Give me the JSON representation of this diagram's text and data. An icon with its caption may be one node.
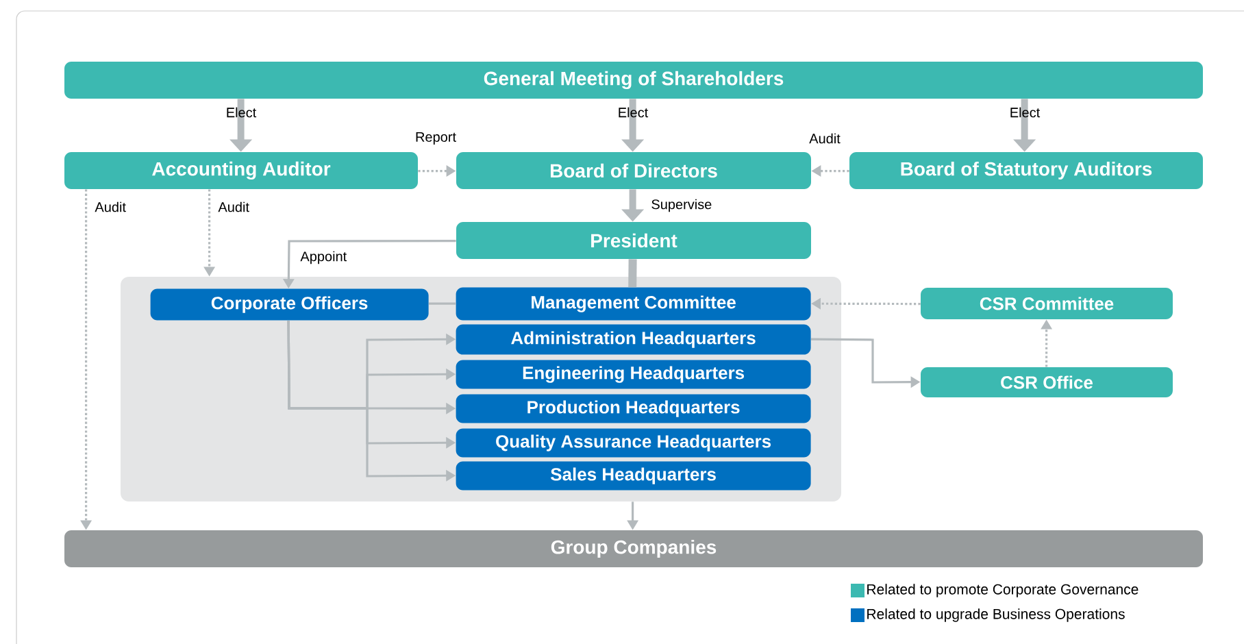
{
  "diagram": {
    "nodes": [
      {
        "text": [
          "General Meeting of Shareholders"
        ]
      },
      {
        "text": [
          "Accounting Auditor"
        ]
      },
      {
        "text": [
          "Board of Directors"
        ]
      },
      {
        "text": [
          "Board of Statutory Auditors"
        ]
      },
      {
        "text": [
          "President"
        ]
      },
      {
        "text": [],
        "shape": "box"
      },
      {
        "text": [
          "Corporate Officers"
        ],
        "in": 5
      },
      {
        "text": [
          "Management Committee"
        ],
        "in": 5
      },
      {
        "text": [
          "Administration Headquarters"
        ],
        "in": 5
      },
      {
        "text": [
          "Engineering Headquarters"
        ],
        "in": 5
      },
      {
        "text": [
          "Production Headquarters"
        ],
        "in": 5
      },
      {
        "text": [
          "Quality Assurance Headquarters"
        ],
        "in": 5
      },
      {
        "text": [
          "Sales Headquarters"
        ],
        "in": 5
      },
      {
        "text": [
          "CSR Committee"
        ]
      },
      {
        "text": [
          "CSR Office"
        ]
      },
      {
        "text": [
          "Group Companies"
        ]
      }
    ],
    "edges": [
      {
        "from": 0,
        "to": 1,
        "arrow": "to",
        "label": "Elect",
        "style": "thick"
      },
      {
        "from": 0,
        "to": 2,
        "arrow": "to",
        "label": "Elect",
        "style": "thick"
      },
      {
        "from": 0,
        "to": 3,
        "arrow": "to",
        "label": "Elect",
        "style": "thick"
      },
      {
        "from": 1,
        "to": 2,
        "arrow": "to",
        "label": "Report",
        "style": "dashed"
      },
      {
        "from": 3,
        "to": 2,
        "arrow": "to",
        "label": "Audit",
        "style": "dashed"
      },
      {
        "from": 1,
        "to": 15,
        "arrow": "to",
        "label": "Audit",
        "style": "dashed"
      },
      {
        "from": 1,
        "to": 5,
        "arrow": "to",
        "label": "Audit",
        "style": "dashed"
      },
      {
        "from": 2,
        "to": 4,
        "arrow": "to",
        "label": "Supervise",
        "style": "thick"
      },
      {
        "from": 4,
        "to": 6,
        "arrow": "to",
        "label": "Appoint"
      },
      {
        "from": 4,
        "to": 7,
        "arrow": "none",
        "style": "thick"
      },
      {
        "from": 6,
        "to": 7,
        "arrow": "none"
      },
      {
        "from": 6,
        "to": 8,
        "arrow": "to"
      },
      {
        "from": 6,
        "to": 9,
        "arrow": "to"
      },
      {
        "from": 6,
        "to": 10,
        "arrow": "to"
      },
      {
        "from": 6,
        "to": 11,
        "arrow": "to"
      },
      {
        "from": 6,
        "to": 12,
        "arrow": "to"
      },
      {
        "from": 8,
        "to": 14,
        "arrow": "to"
      },
      {
        "from": 14,
        "to": 13,
        "arrow": "to",
        "style": "dashed"
      },
      {
        "from": 13,
        "to": 7,
        "arrow": "to",
        "style": "dashed"
      },
      {
        "from": 5,
        "to": 15,
        "arrow": "to"
      }
    ],
    "legend": [
      {
        "text": "Related to promote Corporate Governance",
        "color": "#3cb9b1"
      },
      {
        "text": "Related to upgrade Business Operations",
        "color": "#0070c0"
      }
    ]
  }
}
